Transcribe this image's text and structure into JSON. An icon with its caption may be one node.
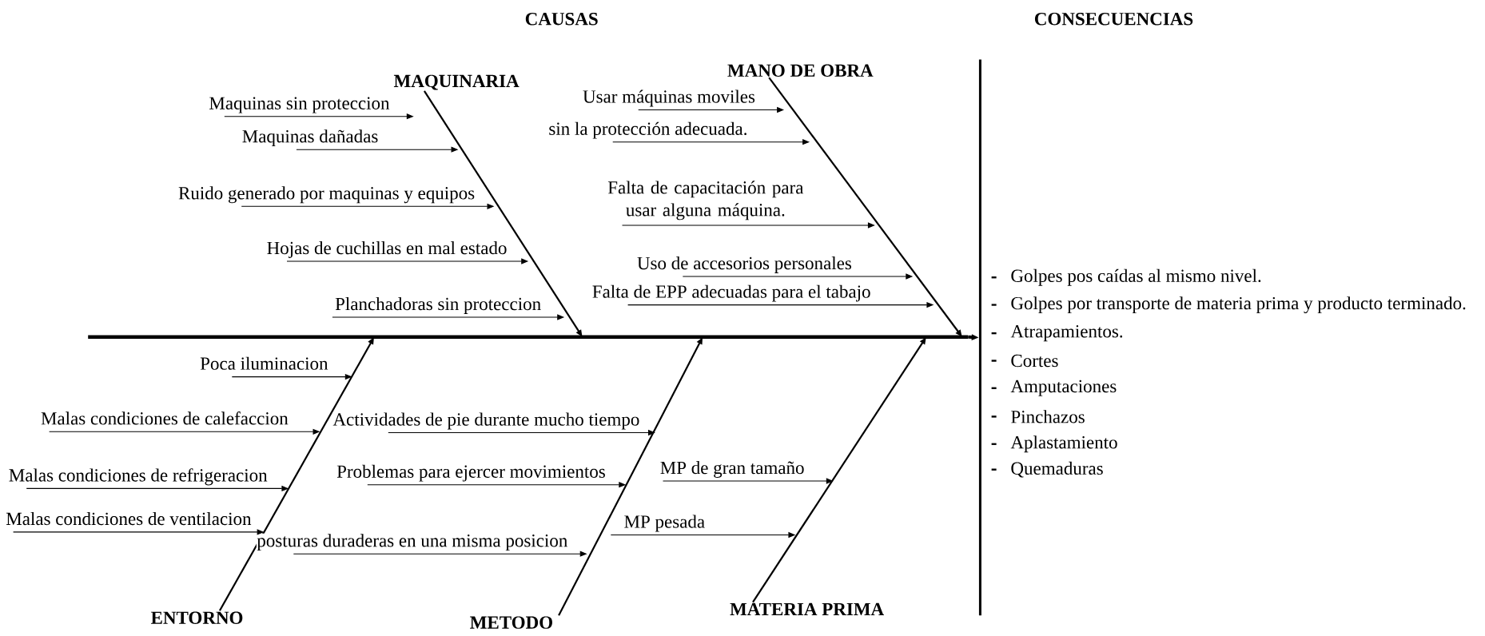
{
  "diagram": {
    "nodes": [
      {
        "text": [
          "MAQUINARIA"
        ]
      },
      {
        "text": [
          "MANO DE OBRA"
        ]
      },
      {
        "text": [
          "Maquinas sin proteccion"
        ]
      },
      {
        "text": [
          "Maquinas dañadas"
        ]
      },
      {
        "text": [
          "Ruido generado por maquinas y equipos"
        ]
      },
      {
        "text": [
          "Hojas de cuchillas en mal estado"
        ]
      },
      {
        "text": [
          "Planchadoras sin proteccion"
        ]
      },
      {
        "text": [
          "Usar máquinas moviles"
        ]
      },
      {
        "text": [
          "sin la protección adecuada."
        ]
      },
      {
        "text": [
          "Falta de capacitación para usar alguna máquina."
        ]
      },
      {
        "text": [
          "Uso de accesorios personales"
        ]
      },
      {
        "text": [
          "Falta de EPP adecuadas para el tabajo"
        ]
      },
      {
        "text": [],
        "shape": "bar"
      },
      {
        "text": [
          "Poca iluminacion"
        ]
      },
      {
        "text": [
          "Malas condiciones de calefaccion"
        ]
      },
      {
        "text": [
          "Malas condiciones de refrigeracion"
        ]
      },
      {
        "text": [
          "Malas condiciones de ventilacion"
        ]
      },
      {
        "text": [
          "Actividades de pie durante mucho tiempo"
        ]
      },
      {
        "text": [
          "Problemas para ejercer movimientos"
        ]
      },
      {
        "text": [
          "posturas duraderas en una misma posicion"
        ]
      },
      {
        "text": [
          "MP de gran tamaño"
        ]
      },
      {
        "text": [
          "MP pesada"
        ]
      },
      {
        "text": [
          "ENTORNO"
        ]
      },
      {
        "text": [
          "METODO"
        ]
      },
      {
        "text": [
          "MATERIA PRIMA"
        ]
      },
      {
        "text": [],
        "shape": "bar"
      }
    ],
    "edges": [
      {
        "from": 0,
        "to": 25,
        "arrow": "to"
      },
      {
        "from": 1,
        "to": 25,
        "arrow": "to"
      },
      {
        "from": 22,
        "to": 25,
        "arrow": "to"
      },
      {
        "from": 23,
        "to": 25,
        "arrow": "to"
      },
      {
        "from": 24,
        "to": 25,
        "arrow": "to"
      },
      {
        "from": 25,
        "to": 12,
        "arrow": "to",
        "style": "thick"
      },
      {
        "from": 2,
        "to": null,
        "arrow": "to"
      },
      {
        "from": 3,
        "to": null,
        "arrow": "to"
      },
      {
        "from": 4,
        "to": null,
        "arrow": "to"
      },
      {
        "from": 5,
        "to": null,
        "arrow": "to"
      },
      {
        "from": 6,
        "to": null,
        "arrow": "to"
      },
      {
        "from": 7,
        "to": null,
        "arrow": "to"
      },
      {
        "from": 8,
        "to": null,
        "arrow": "to"
      },
      {
        "from": 9,
        "to": null,
        "arrow": "to"
      },
      {
        "from": 10,
        "to": null,
        "arrow": "to"
      },
      {
        "from": 11,
        "to": null,
        "arrow": "to"
      },
      {
        "from": 13,
        "to": null,
        "arrow": "to"
      },
      {
        "from": 14,
        "to": null,
        "arrow": "to"
      },
      {
        "from": 15,
        "to": null,
        "arrow": "to"
      },
      {
        "from": 16,
        "to": null,
        "arrow": "to"
      },
      {
        "from": 17,
        "to": null,
        "arrow": "to"
      },
      {
        "from": 18,
        "to": null,
        "arrow": "to"
      },
      {
        "from": 19,
        "to": null,
        "arrow": "to"
      },
      {
        "from": 20,
        "to": null,
        "arrow": "to"
      },
      {
        "from": 21,
        "to": null,
        "arrow": "to"
      }
    ],
    "labels": [
      "CAUSAS",
      "CONSECUENCIAS",
      "Golpes pos caídas al mismo nivel.",
      "Golpes por transporte de materia prima y producto terminado.",
      "Atrapamientos.",
      "Cortes",
      "Amputaciones",
      "Pinchazos",
      "Aplastamiento",
      "Quemaduras"
    ]
  }
}
